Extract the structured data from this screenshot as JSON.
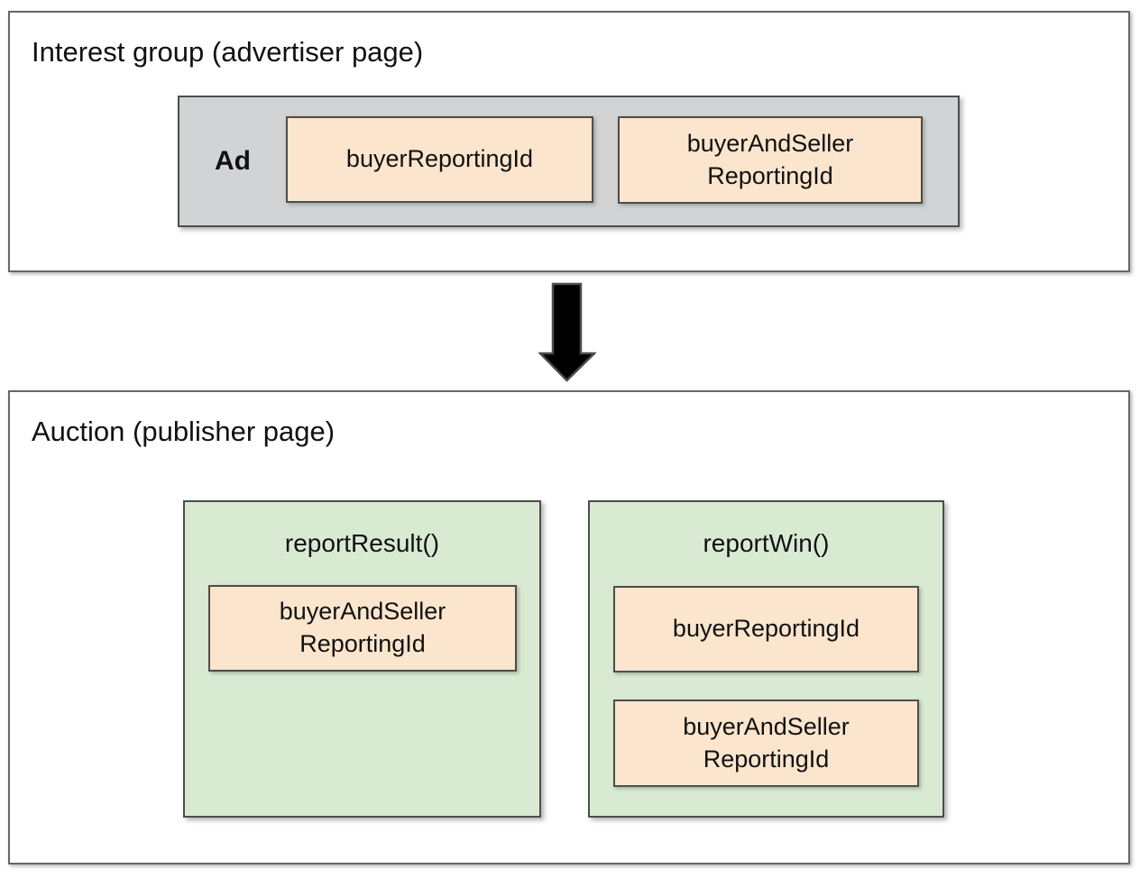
{
  "colors": {
    "background": "#ffffff",
    "panel_border": "#666666",
    "box_border": "#4d4d4d",
    "gray_fill": "#d2d3d5",
    "peach_fill": "#fce5cd",
    "green_fill": "#d9ead3",
    "arrow_fill": "#000000",
    "text": "#111111"
  },
  "interest_group": {
    "title": "Interest group (advertiser page)",
    "ad": {
      "label": "Ad",
      "fields": [
        {
          "label": "buyerReportingId"
        },
        {
          "label": "buyerAndSeller\nReportingId"
        }
      ]
    }
  },
  "arrow": {
    "icon": "down-arrow"
  },
  "auction": {
    "title": "Auction (publisher page)",
    "functions": [
      {
        "name": "reportResult()",
        "fields": [
          {
            "label": "buyerAndSeller\nReportingId"
          }
        ]
      },
      {
        "name": "reportWin()",
        "fields": [
          {
            "label": "buyerReportingId"
          },
          {
            "label": "buyerAndSeller\nReportingId"
          }
        ]
      }
    ]
  }
}
